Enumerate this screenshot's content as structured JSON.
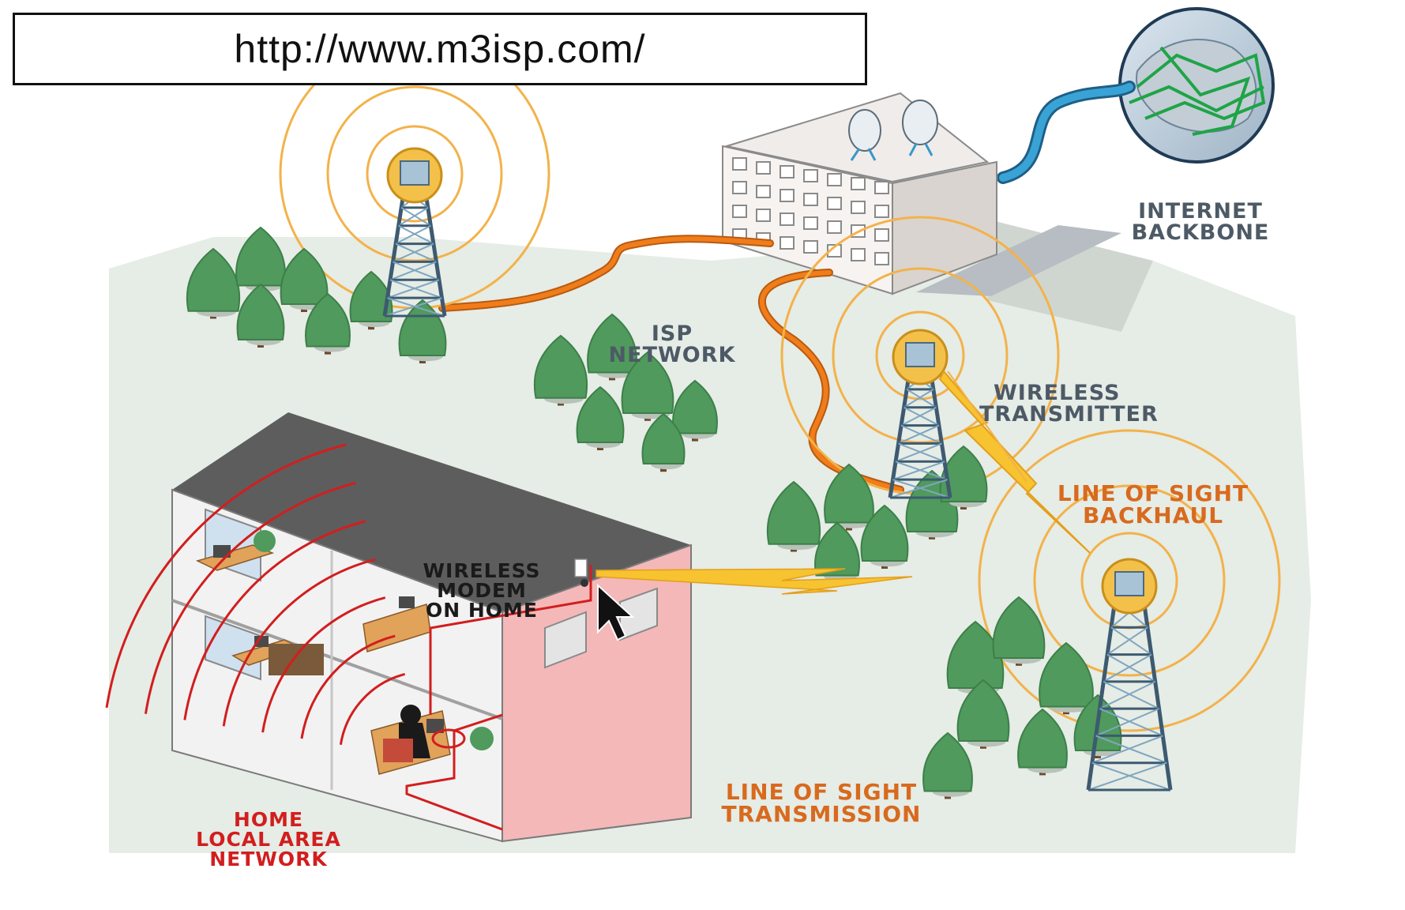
{
  "url": "http://www.m3isp.com/",
  "labels": {
    "internet_backbone": [
      "INTERNET",
      "BACKBONE"
    ],
    "isp_network": [
      "ISP",
      "NETWORK"
    ],
    "wireless_transmitter": [
      "WIRELESS",
      "TRANSMITTER"
    ],
    "line_of_sight_backhaul": [
      "LINE OF SIGHT",
      "BACKHAUL"
    ],
    "wireless_modem": [
      "WIRELESS",
      "MODEM",
      "ON HOME"
    ],
    "line_of_sight_transmission": [
      "LINE OF SIGHT",
      "TRANSMISSION"
    ],
    "home_lan": [
      "HOME",
      "LOCAL AREA",
      "NETWORK"
    ]
  },
  "colors": {
    "ground": "#e6ece6",
    "tree": "#4f9a5c",
    "tree_dark": "#3d7f49",
    "cable_orange": "#f07d1a",
    "cable_blue": "#3aa3d6",
    "rings": "#f3b24a",
    "beam": "#f7c331",
    "tower": "#3d5a70",
    "house_wall": "#f4b8b8",
    "home_lan_lines": "#d21e1e"
  }
}
